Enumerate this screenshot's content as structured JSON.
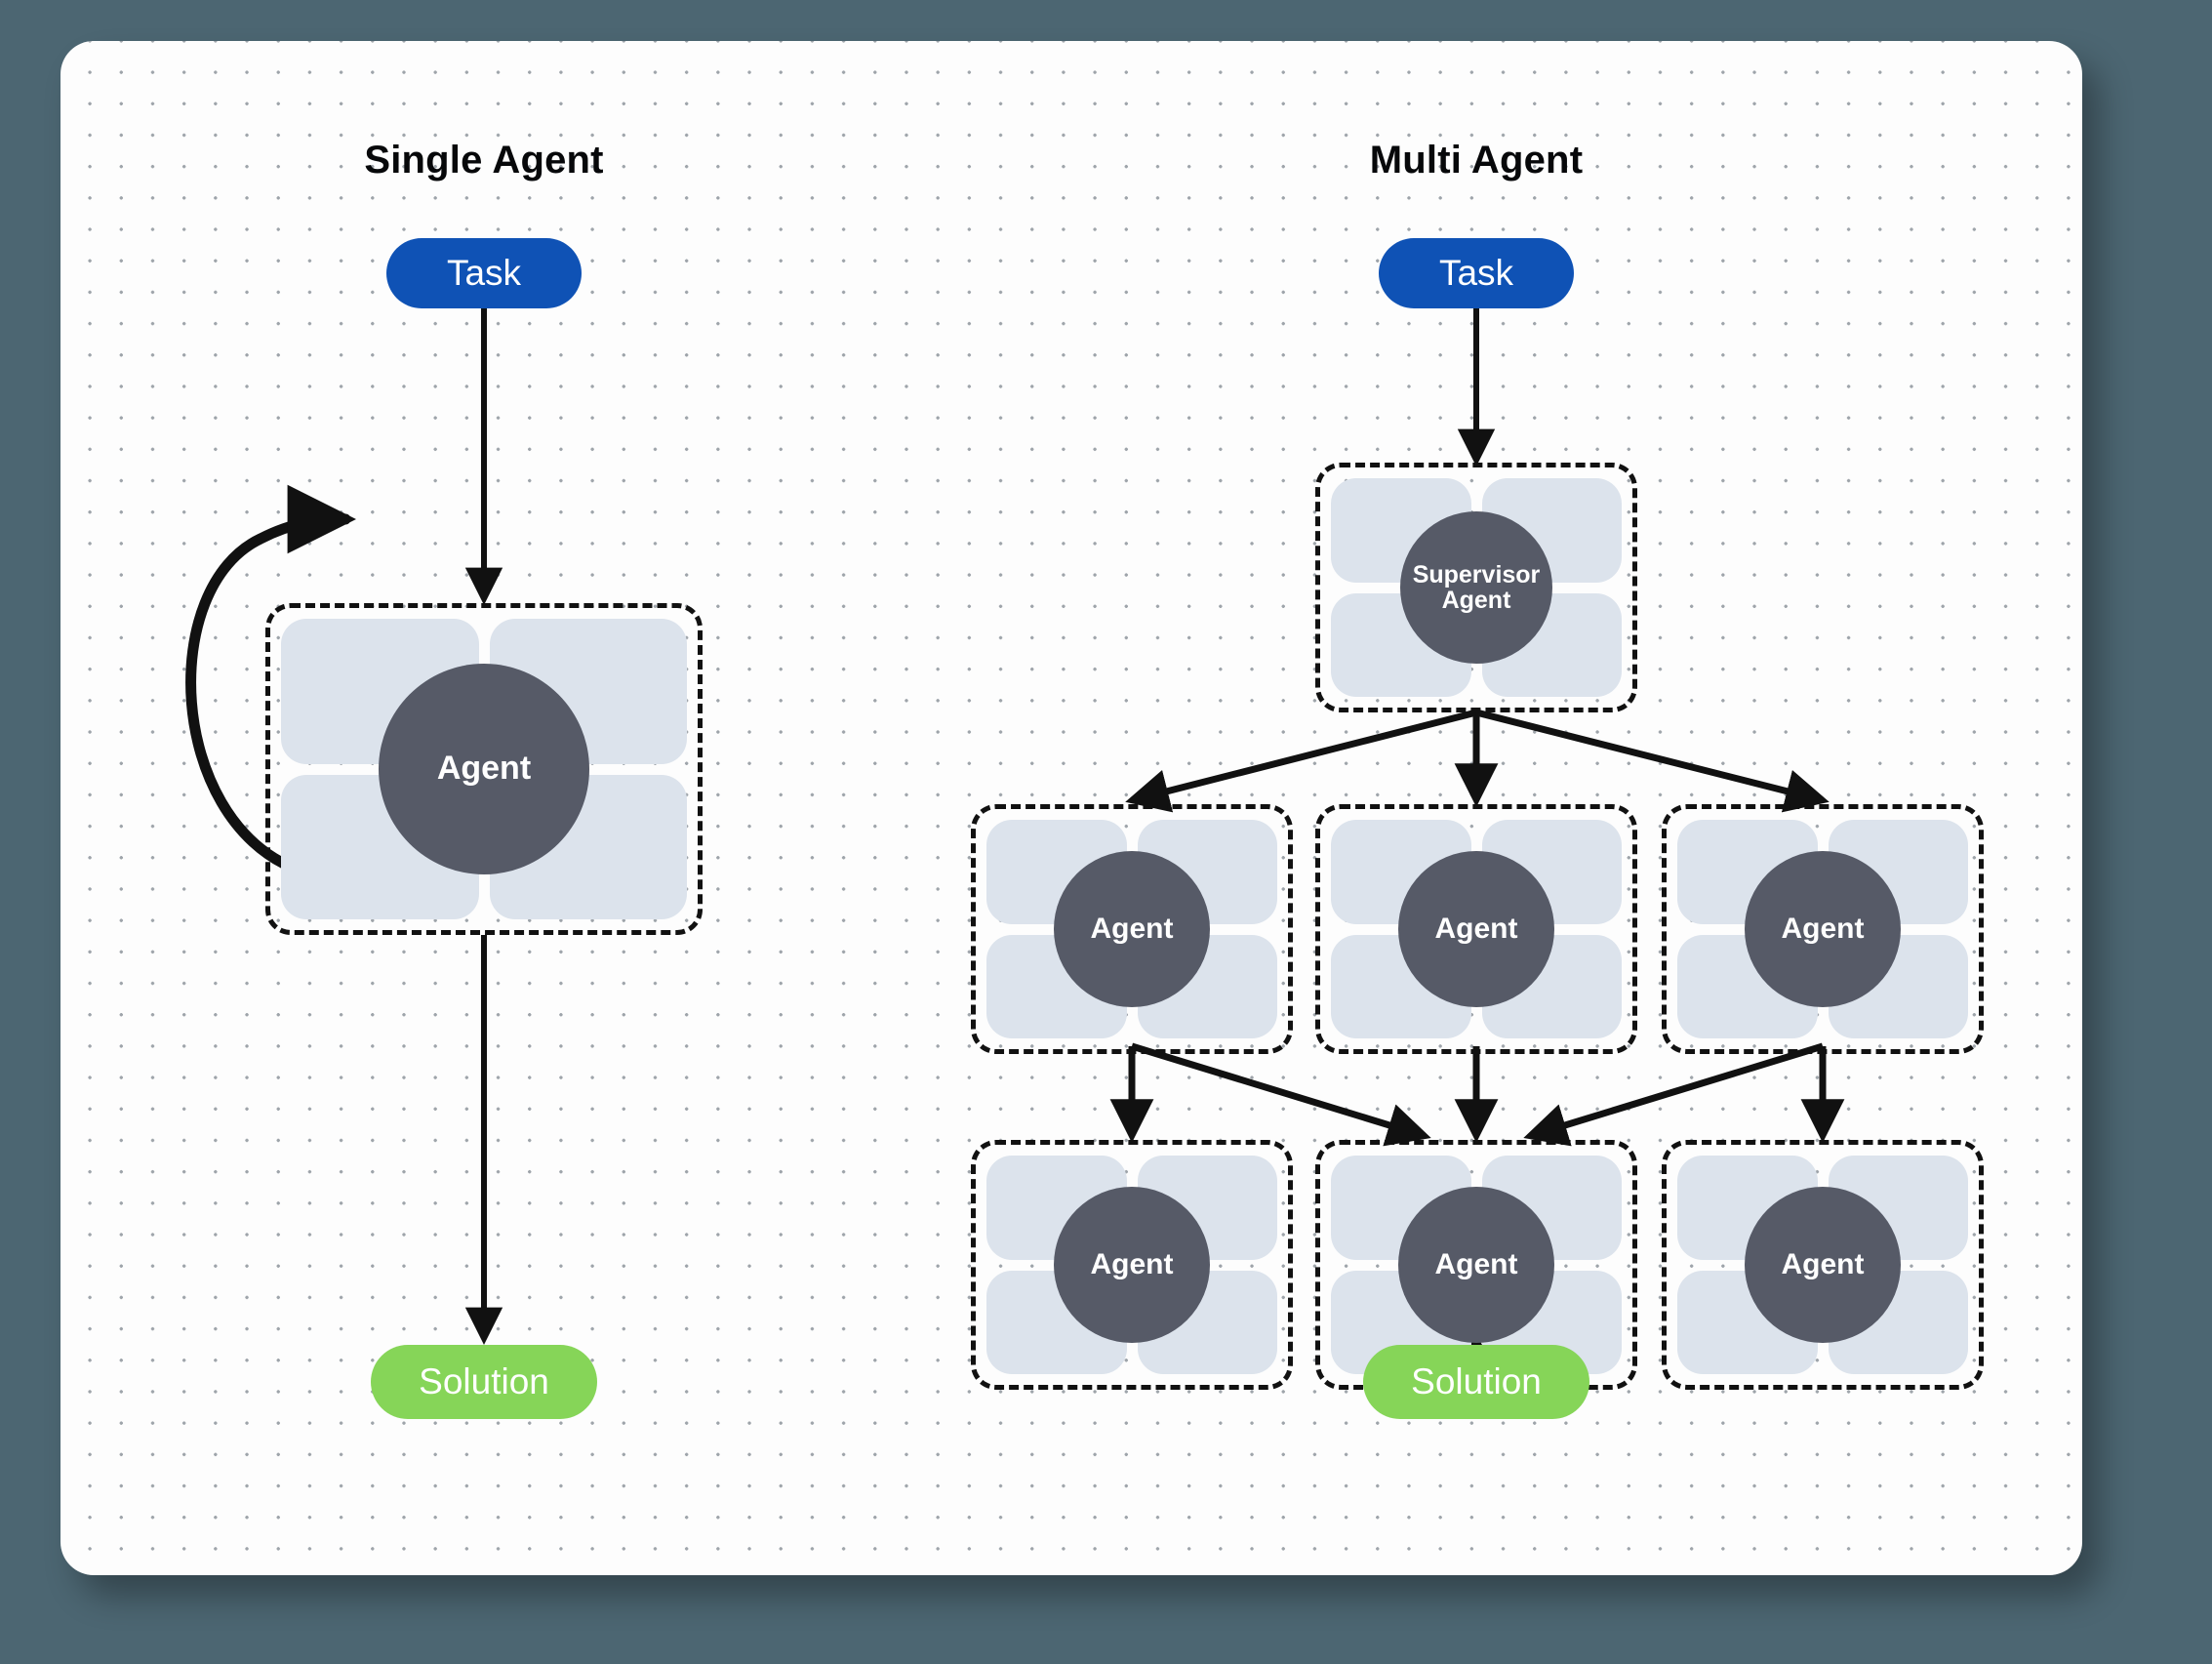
{
  "canvas": {
    "background_color": "#4c6672",
    "card_color": "#fdfdfd"
  },
  "colors": {
    "task": "#0f52b5",
    "solution": "#86d558",
    "agent_circle": "#565a67",
    "agent_quadrant": "#dce3ec",
    "edge": "#111111",
    "dot_grid": "#8d949b"
  },
  "panels": [
    {
      "id": "single",
      "title": "Single Agent"
    },
    {
      "id": "multi",
      "title": "Multi Agent"
    }
  ],
  "single_agent": {
    "title": "Single Agent",
    "task_label": "Task",
    "agent_label": "Agent",
    "solution_label": "Solution",
    "self_loop": true
  },
  "multi_agent": {
    "title": "Multi Agent",
    "task_label": "Task",
    "supervisor_label": "Supervisor\nAgent",
    "supervisor_line1": "Supervisor",
    "supervisor_line2": "Agent",
    "solution_label": "Solution",
    "row_2": [
      {
        "label": "Agent"
      },
      {
        "label": "Agent"
      },
      {
        "label": "Agent"
      }
    ],
    "row_3": [
      {
        "label": "Agent"
      },
      {
        "label": "Agent"
      },
      {
        "label": "Agent"
      }
    ]
  }
}
